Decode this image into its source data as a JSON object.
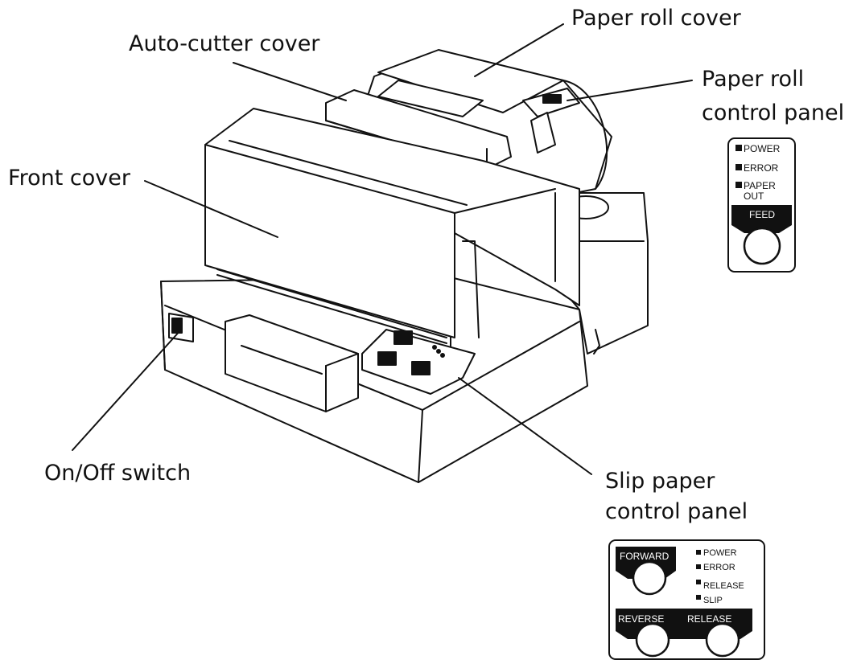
{
  "callouts": {
    "paper_roll_cover": "Paper roll cover",
    "auto_cutter_cover": "Auto-cutter cover",
    "paper_roll_control_panel_l1": "Paper roll",
    "paper_roll_control_panel_l2": "control panel",
    "front_cover": "Front cover",
    "on_off_switch": "On/Off switch",
    "slip_paper_control_panel_l1": "Slip paper",
    "slip_paper_control_panel_l2": "control panel"
  },
  "roll_panel": {
    "power": "POWER",
    "error": "ERROR",
    "paper_l1": "PAPER",
    "paper_l2": "OUT",
    "feed": "FEED"
  },
  "slip_panel": {
    "forward": "FORWARD",
    "reverse": "REVERSE",
    "release_btn": "RELEASE",
    "power": "POWER",
    "error": "ERROR",
    "release": "RELEASE",
    "slip": "SLIP"
  }
}
